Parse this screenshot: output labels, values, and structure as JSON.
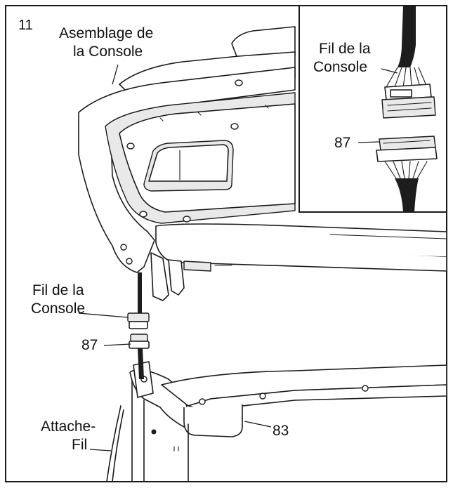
{
  "step_number": "11",
  "labels": {
    "console_assembly_line1": "Asemblage de",
    "console_assembly_line2": "la Console",
    "console_wire_line1": "Fil de la",
    "console_wire_line2": "Console",
    "part_87": "87",
    "wire_tie_line1": "Attache-",
    "wire_tie_line2": "Fil",
    "part_83": "83"
  },
  "inset": {
    "console_wire_line1": "Fil de la",
    "console_wire_line2": "Console",
    "part_87": "87"
  },
  "colors": {
    "line": "#1a1a1a",
    "wire": "#1d1d1d",
    "shade": "#e9e9e9",
    "background": "#ffffff"
  }
}
